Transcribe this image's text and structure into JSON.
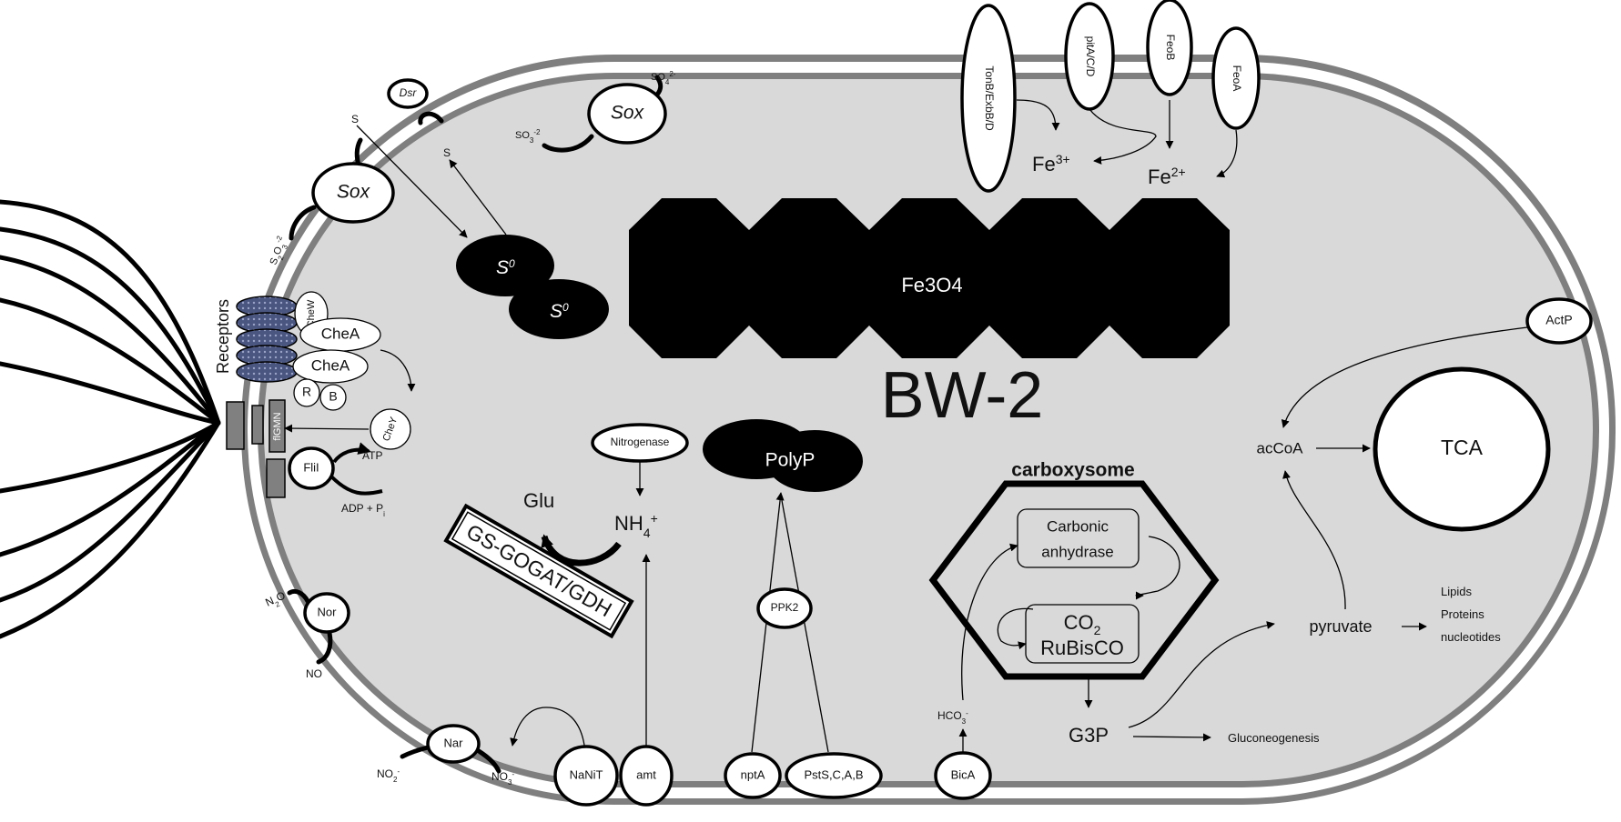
{
  "title": "BW-2",
  "magnetosome": "Fe3O4",
  "flagellum": {
    "receptors": "Receptors",
    "flgmn": "flGMN",
    "flii": "FliI",
    "atp": "ATP",
    "adp": "ADP + P",
    "adp_sub": "i"
  },
  "chemotaxis": {
    "chew": "CheW",
    "chea1": "CheA",
    "chea2": "CheA",
    "r": "R",
    "b": "B",
    "chey": "CheY"
  },
  "sulfur": {
    "sox1": "Sox",
    "sox2": "Sox",
    "dsr": "Dsr",
    "s1": "S",
    "s2": "S",
    "s0": "S",
    "s0_sup": "0",
    "so3": "SO",
    "so3_sub": "3",
    "so3_sup": "-2",
    "so4": "SO",
    "so4_sub": "4",
    "so4_sup": "2-",
    "s2o3": "S",
    "s2o3_sub": "2",
    "s2o3_mid": "O",
    "s2o3_sub2": "3",
    "s2o3_sup": "-2"
  },
  "iron": {
    "tonb": "TonB/ExbB/D",
    "pita": "pitA/C/D",
    "feob": "FeoB",
    "feoa": "FeoA",
    "fe3": "Fe",
    "fe3_sup": "3+",
    "fe2": "Fe",
    "fe2_sup": "2+"
  },
  "nitrogen": {
    "nitrogenase": "Nitrogenase",
    "nh4": "NH",
    "nh4_sub": "4",
    "nh4_sup": "+",
    "glu": "Glu",
    "gs": "GS-GOGAT/GDH",
    "nor": "Nor",
    "n2o": "N",
    "n2o_sub": "2",
    "n2o_mid": "O",
    "no": "NO",
    "nar": "Nar",
    "no2": "NO",
    "no2_sub": "2",
    "no2_sup": "-",
    "no3": "NO",
    "no3_sub": "3",
    "no3_sup": "-",
    "nanit": "NaNiT",
    "amt": "amt"
  },
  "phosphate": {
    "polyp": "PolyP",
    "ppk2": "PPK2",
    "npta": "nptA",
    "psts": "PstS,C,A,B"
  },
  "carbon": {
    "carboxysome": "carboxysome",
    "ca1": "Carbonic",
    "ca2": "anhydrase",
    "co2": "CO",
    "co2_sub": "2",
    "rubisco": "RuBisCO",
    "g3p": "G3P",
    "gluconeo": "Gluconeogenesis",
    "pyruvate": "pyruvate",
    "lipids": "Lipids",
    "proteins": "Proteins",
    "nucleotides": "nucleotides",
    "accoa": "acCoA",
    "tca": "TCA",
    "actp": "ActP",
    "hco3": "HCO",
    "hco3_sub": "3",
    "hco3_sup": "-",
    "bica": "BicA"
  }
}
